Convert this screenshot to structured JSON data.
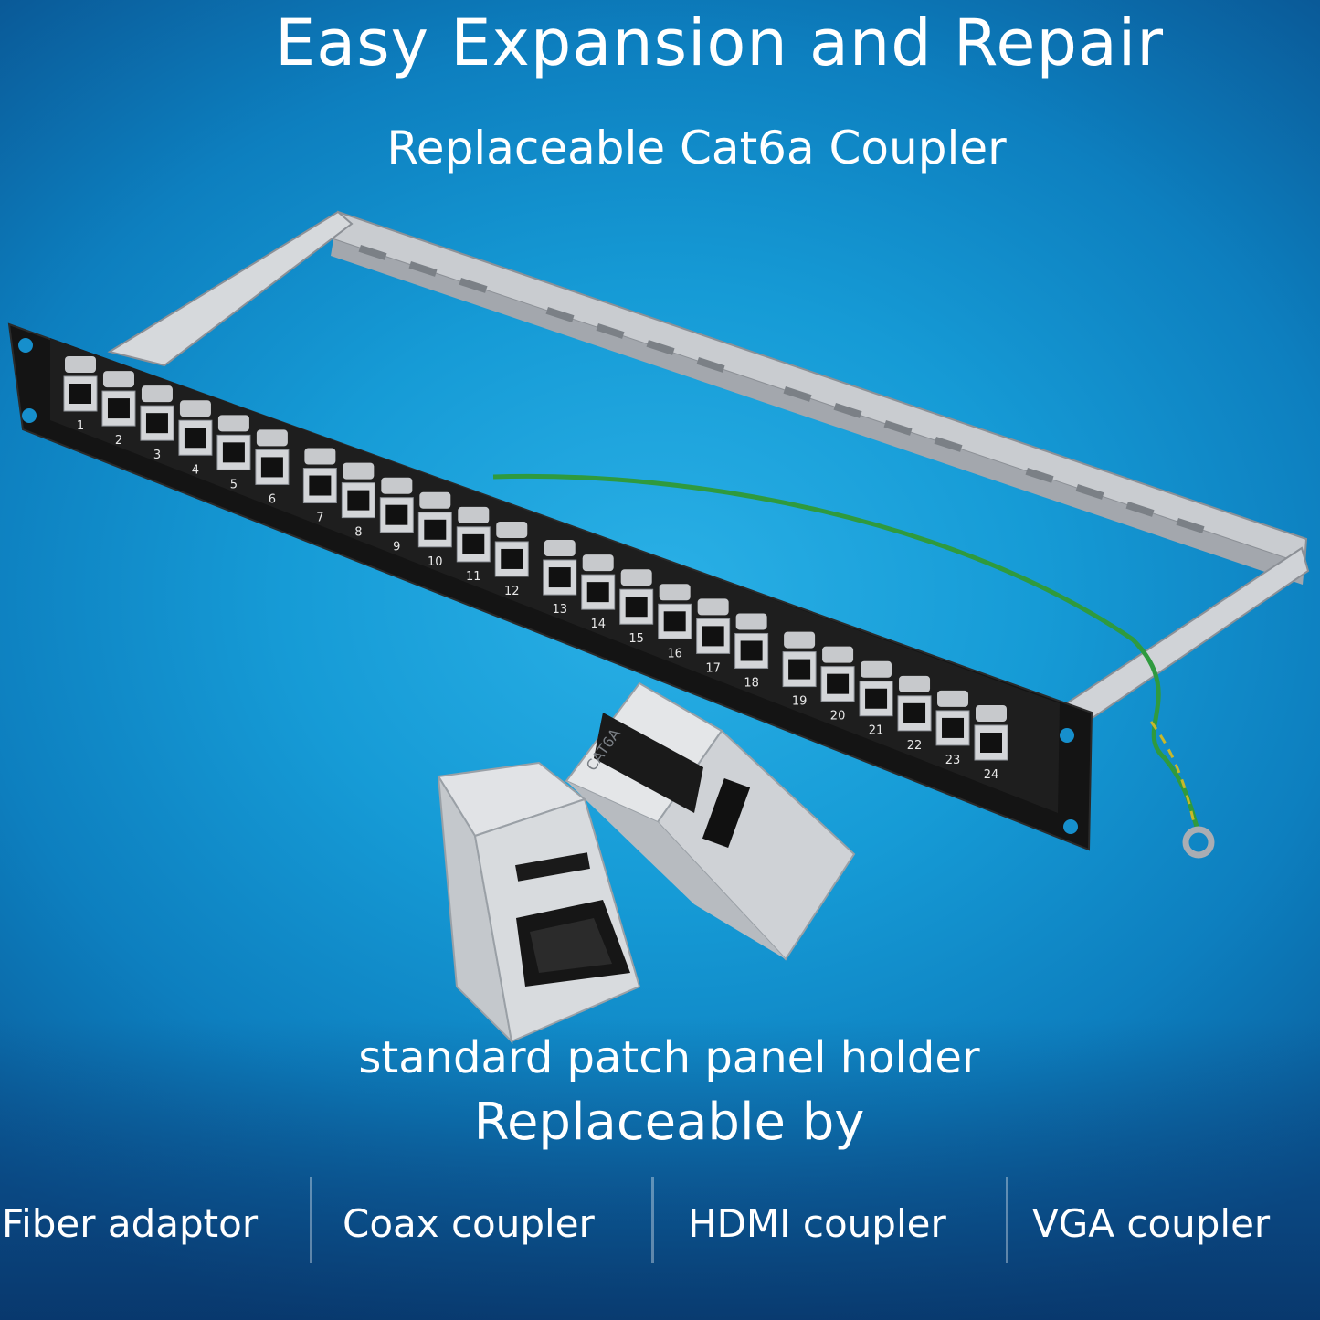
{
  "title": "Easy Expansion and Repair",
  "subtitle": "Replaceable Cat6a Coupler",
  "caption_holder": "standard patch panel holder",
  "caption_replaceable": "Replaceable by",
  "options": [
    "Fiber adaptor",
    "Coax coupler",
    "HDMI coupler",
    "VGA coupler"
  ],
  "port_numbers": [
    "1",
    "2",
    "3",
    "4",
    "5",
    "6",
    "7",
    "8",
    "9",
    "10",
    "11",
    "12",
    "13",
    "14",
    "15",
    "16",
    "17",
    "18",
    "19",
    "20",
    "21",
    "22",
    "23",
    "24"
  ],
  "coupler_label": "CAT6A"
}
